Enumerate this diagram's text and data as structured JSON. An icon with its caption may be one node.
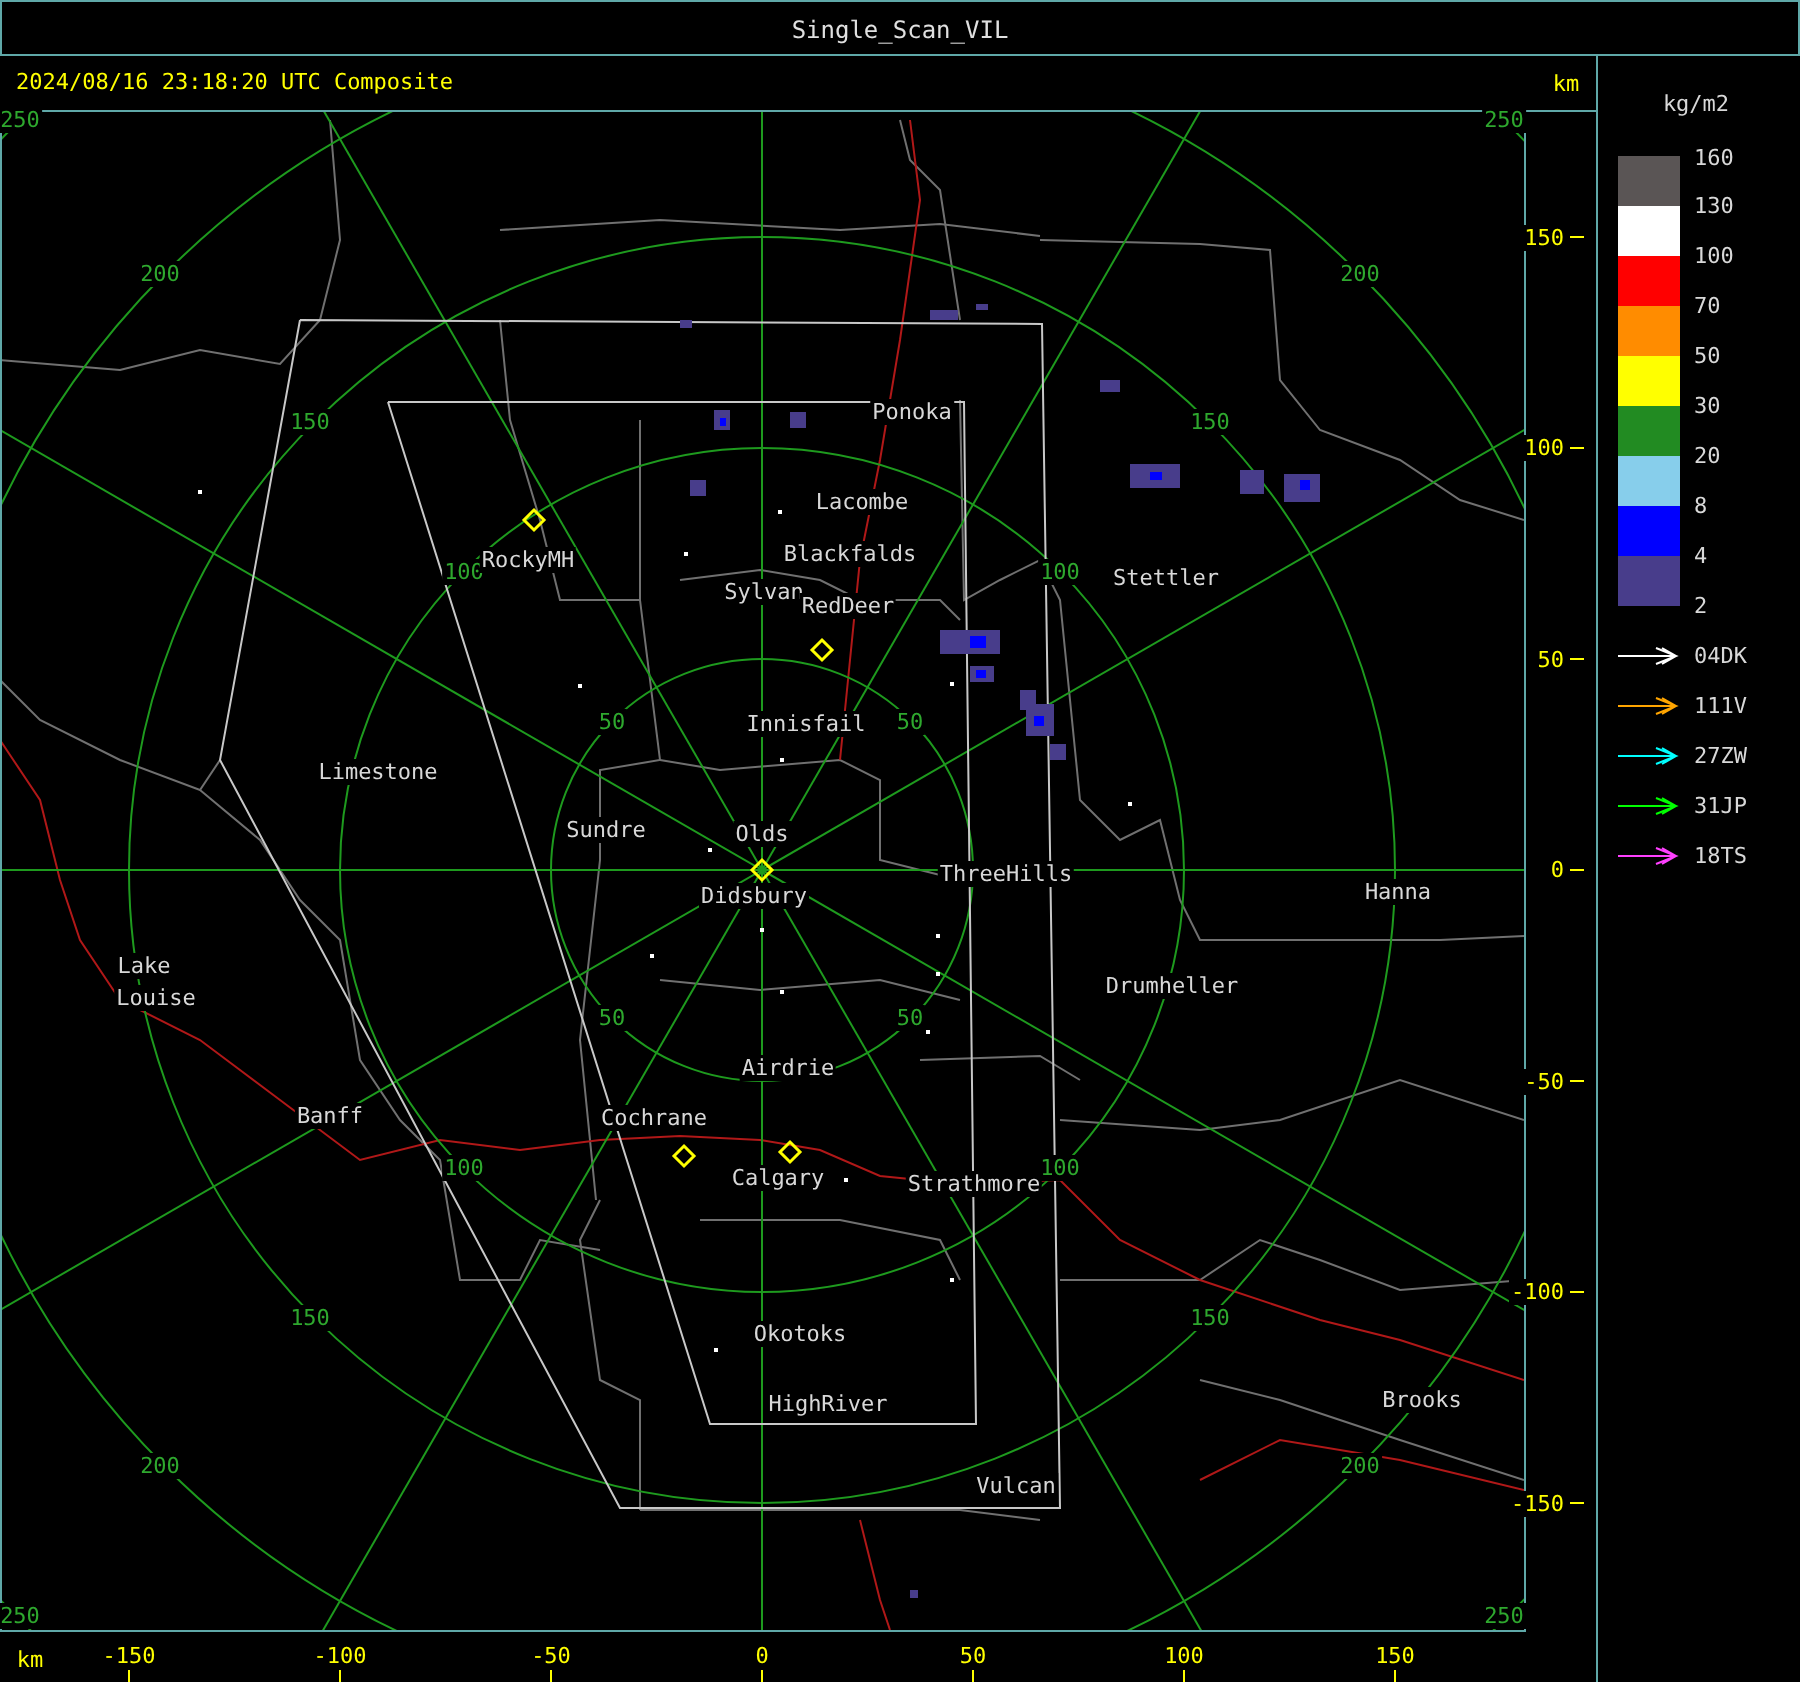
{
  "diagram": {
    "title": "Single_Scan_VIL",
    "labels": [
      "2024/08/16 23:18:20 UTC Composite",
      "km",
      "250",
      "250",
      "200",
      "200",
      "150",
      "150",
      "100",
      "100",
      "50",
      "50",
      "50",
      "50",
      "100",
      "100",
      "150",
      "150",
      "200",
      "200",
      "250",
      "250",
      "Ponoka",
      "Lacombe",
      "RockyMH",
      "Blackfalds",
      "Stettler",
      "Sylvan",
      "RedDeer",
      "Innisfail",
      "Limestone",
      "Sundre",
      "Olds",
      "Didsbury",
      "ThreeHills",
      "Hanna",
      "Lake",
      "Louise",
      "Drumheller",
      "Airdrie",
      "Banff",
      "Cochrane",
      "Calgary",
      "Strathmore",
      "Okotoks",
      "HighRiver",
      "Brooks",
      "Vulcan",
      "150",
      "100",
      "50",
      "0",
      "-50",
      "-100",
      "-150",
      "km",
      "-150",
      "-100",
      "-50",
      "0",
      "50",
      "100",
      "150",
      "kg/m2",
      "160"
    ],
    "legend": [
      {
        "text": "130",
        "color": "#5a5555"
      },
      {
        "text": "100",
        "color": "#ffffff"
      },
      {
        "text": "70",
        "color": "#ff0000"
      },
      {
        "text": "50",
        "color": "#ff8c00"
      },
      {
        "text": "30",
        "color": "#ffff00"
      },
      {
        "text": "20",
        "color": "#228b22"
      },
      {
        "text": "8",
        "color": "#87ceeb"
      },
      {
        "text": "4",
        "color": "#0000ff"
      },
      {
        "text": "2",
        "color": "#483d8b"
      },
      {
        "text": "04DK"
      },
      {
        "text": "111V"
      },
      {
        "text": "27ZW"
      },
      {
        "text": "31JP"
      },
      {
        "text": "18TS"
      }
    ]
  }
}
